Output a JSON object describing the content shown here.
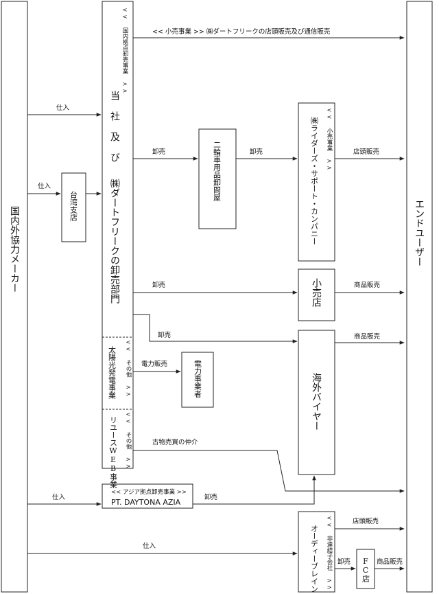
{
  "nodes": {
    "maker": "国内外協力メーカー",
    "end_user": "エンドユーザー",
    "main_tag": "<< 国内拠点卸売事業 >>",
    "main_col1": "当社及び",
    "main_col2": "㈱ダートフリークの卸売部門",
    "taiwan": "台湾支店",
    "wholesaler": "二輪車用品卸問屋",
    "riders_tag": "<< 小売事業 >>",
    "riders_name": "㈱ライダーズ・サポート・カンパニー",
    "retail_shop": "小売店",
    "overseas": "海外バイヤー",
    "solar_tag": "<< その他 >>",
    "solar": "太陽光発電事業",
    "power_co": "電力事業者",
    "reuse_tag": "<< その他 >>",
    "reuse": "リユースWEB事業",
    "asia_tag": "<< アジア拠点卸売事業 >>",
    "asia_name": "PT. DAYTONA AZIA",
    "od_tag": "<< 非連結子会社 >>",
    "od_name": "オーディーブレイン",
    "fc": "FC店"
  },
  "edges": {
    "top_retail": "<< 小売事業 >> ㈱ダートフリークの店頭販売及び通信販売",
    "purchase_main": "仕入",
    "purchase_taiwan": "仕入",
    "wholesale_to_wholesaler": "卸売",
    "wholesaler_to_riders": "卸売",
    "riders_storefront": "店頭販売",
    "wholesale_to_retail": "卸売",
    "retail_goods": "商品販売",
    "wholesale_to_overseas": "卸売",
    "overseas_goods": "商品販売",
    "power_sales": "電力販売",
    "used_goods": "古物売買の仲介",
    "purchase_asia": "仕入",
    "asia_wholesale": "卸売",
    "purchase_od": "仕入",
    "od_storefront": "店頭販売",
    "od_to_fc": "卸売",
    "fc_goods": "商品販売"
  }
}
